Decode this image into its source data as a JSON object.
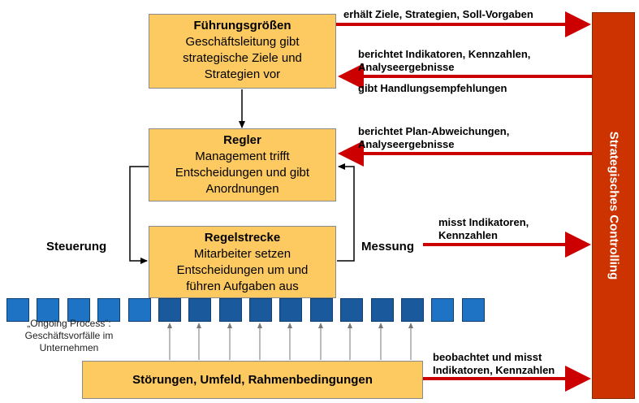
{
  "boxes": {
    "fuehrung": {
      "title": "Führungsgrößen",
      "lines": [
        "Geschäftsleitung gibt",
        "strategische Ziele und",
        "Strategien vor"
      ]
    },
    "regler": {
      "title": "Regler",
      "lines": [
        "Management trifft",
        "Entscheidungen und gibt",
        "Anordnungen"
      ]
    },
    "regelstrecke": {
      "title": "Regelstrecke",
      "lines": [
        "Mitarbeiter setzen",
        "Entscheidungen um und",
        "führen Aufgaben aus"
      ]
    },
    "stoerungen": {
      "title": "Störungen, Umfeld, Rahmenbedingungen"
    }
  },
  "side_bar": {
    "label": "Strategisches Controlling",
    "color": "#CC3300"
  },
  "labels": {
    "erhaelt": "erhält Ziele, Strategien, Soll-Vorgaben",
    "berichtet1": [
      "berichtet Indikatoren, Kennzahlen,",
      "Analyseergebnisse"
    ],
    "gibt": "gibt Handlungsempfehlungen",
    "berichtet2": [
      "berichtet Plan-Abweichungen,",
      "Analyseergebnisse"
    ],
    "misst": [
      "misst Indikatoren,",
      "Kennzahlen"
    ],
    "beobachtet": [
      "beobachtet und misst",
      "Indikatoren, Kennzahlen"
    ],
    "steuerung": "Steuerung",
    "messung": "Messung",
    "ongoing": [
      "„Ongoing Process“:",
      "Geschäftsvorfälle im",
      "Unternehmen"
    ]
  },
  "colors": {
    "box_fill": "#FDC961",
    "arrow_red": "#CC0000",
    "square_dark": "#1a5a9c",
    "square_light": "#1f73c4"
  }
}
